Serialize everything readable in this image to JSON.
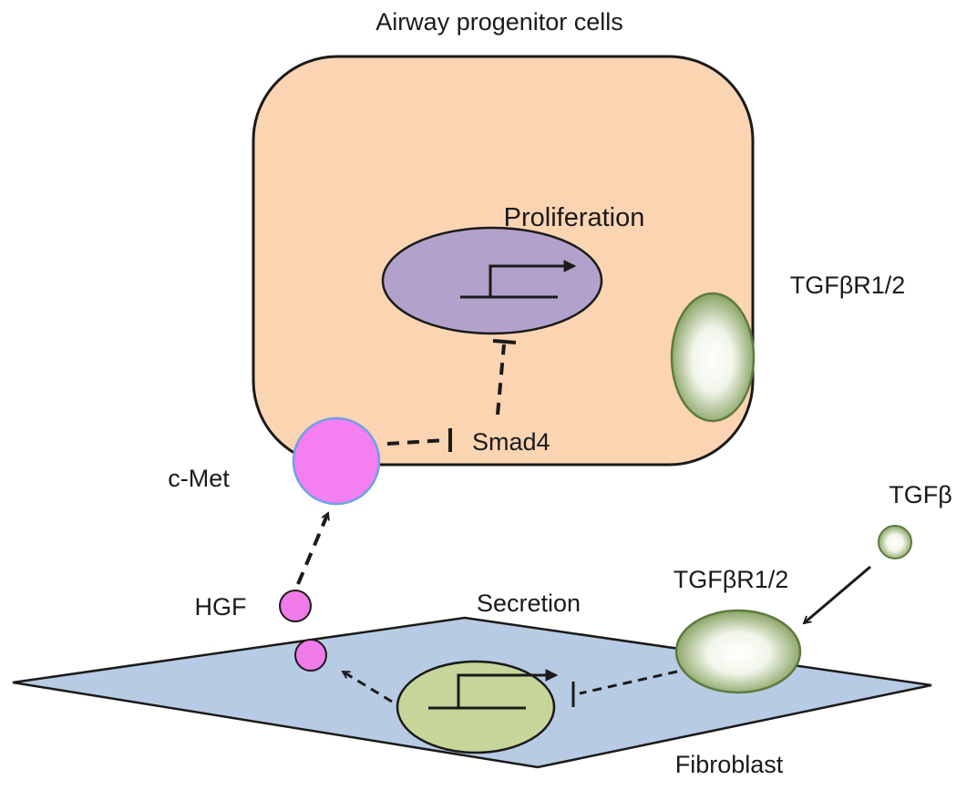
{
  "labels": {
    "title": "Airway progenitor cells",
    "proliferation": "Proliferation",
    "receptor_top": "TGFβR1/2",
    "smad4": "Smad4",
    "cmet": "c-Met",
    "tgfb": "TGFβ",
    "receptor_bottom": "TGFβR1/2",
    "hgf": "HGF",
    "secretion": "Secretion",
    "fibroblast": "Fibroblast"
  },
  "colors": {
    "progenitor_cell_fill": "#fbd4b2",
    "nucleus_top_fill": "#b2a1cb",
    "fibroblast_fill": "#b8cbe4",
    "nucleus_bottom_fill": "#c6d59a",
    "receptor_fill": "#8fa86a",
    "cmet_fill": "#f47ff0",
    "hgf_fill": "#f07ae8",
    "stroke": "#1a1a1a"
  },
  "icons": [
    "gene-promoter-arrow-icon",
    "inhibition-bar-icon",
    "activation-arrow-icon"
  ]
}
